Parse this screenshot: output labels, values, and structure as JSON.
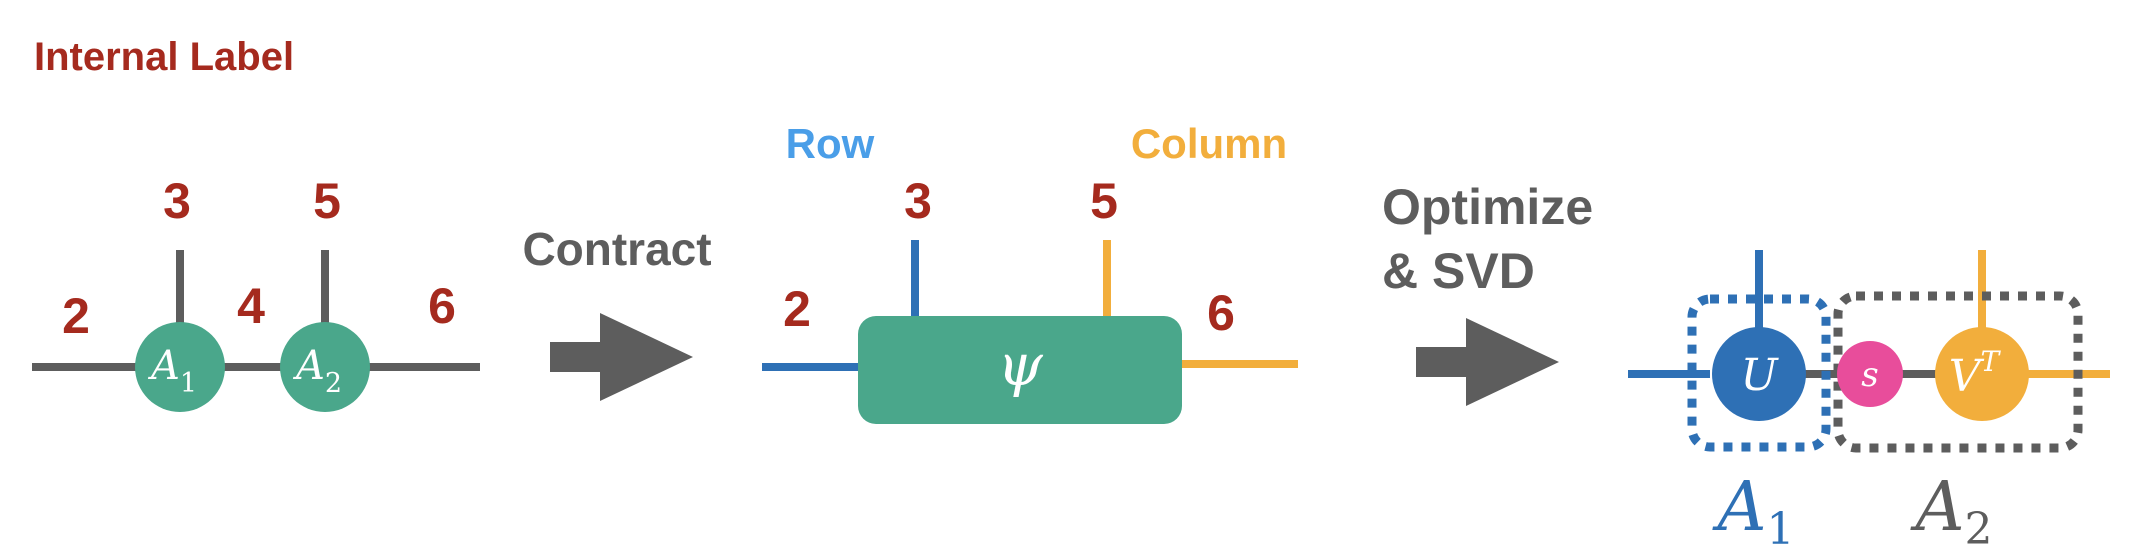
{
  "title": "Internal Label",
  "colors": {
    "red": "#a52a1e",
    "gray": "#5d5d5d",
    "green": "#4aa78b",
    "blue": "#2e70b5",
    "orange": "#f2ae3c",
    "pink": "#e84d9b",
    "row_blue": "#4a9ee8",
    "white": "#ffffff"
  },
  "left_diagram": {
    "index_labels": [
      "2",
      "3",
      "4",
      "5",
      "6"
    ],
    "node1": {
      "base": "A",
      "sub": "1"
    },
    "node2": {
      "base": "A",
      "sub": "2"
    }
  },
  "step1": {
    "label": "Contract"
  },
  "middle_diagram": {
    "row_label": "Row",
    "column_label": "Column",
    "index_labels": [
      "2",
      "3",
      "5",
      "6"
    ],
    "node": "ψ"
  },
  "step2": {
    "line1": "Optimize",
    "line2": "& SVD"
  },
  "right_diagram": {
    "u": "U",
    "s": "s",
    "vt_base": "V",
    "vt_sup": "T",
    "group1": {
      "base": "A",
      "sub": "1"
    },
    "group2": {
      "base": "A",
      "sub": "2"
    }
  },
  "icons": [
    "arrow-right-icon"
  ]
}
